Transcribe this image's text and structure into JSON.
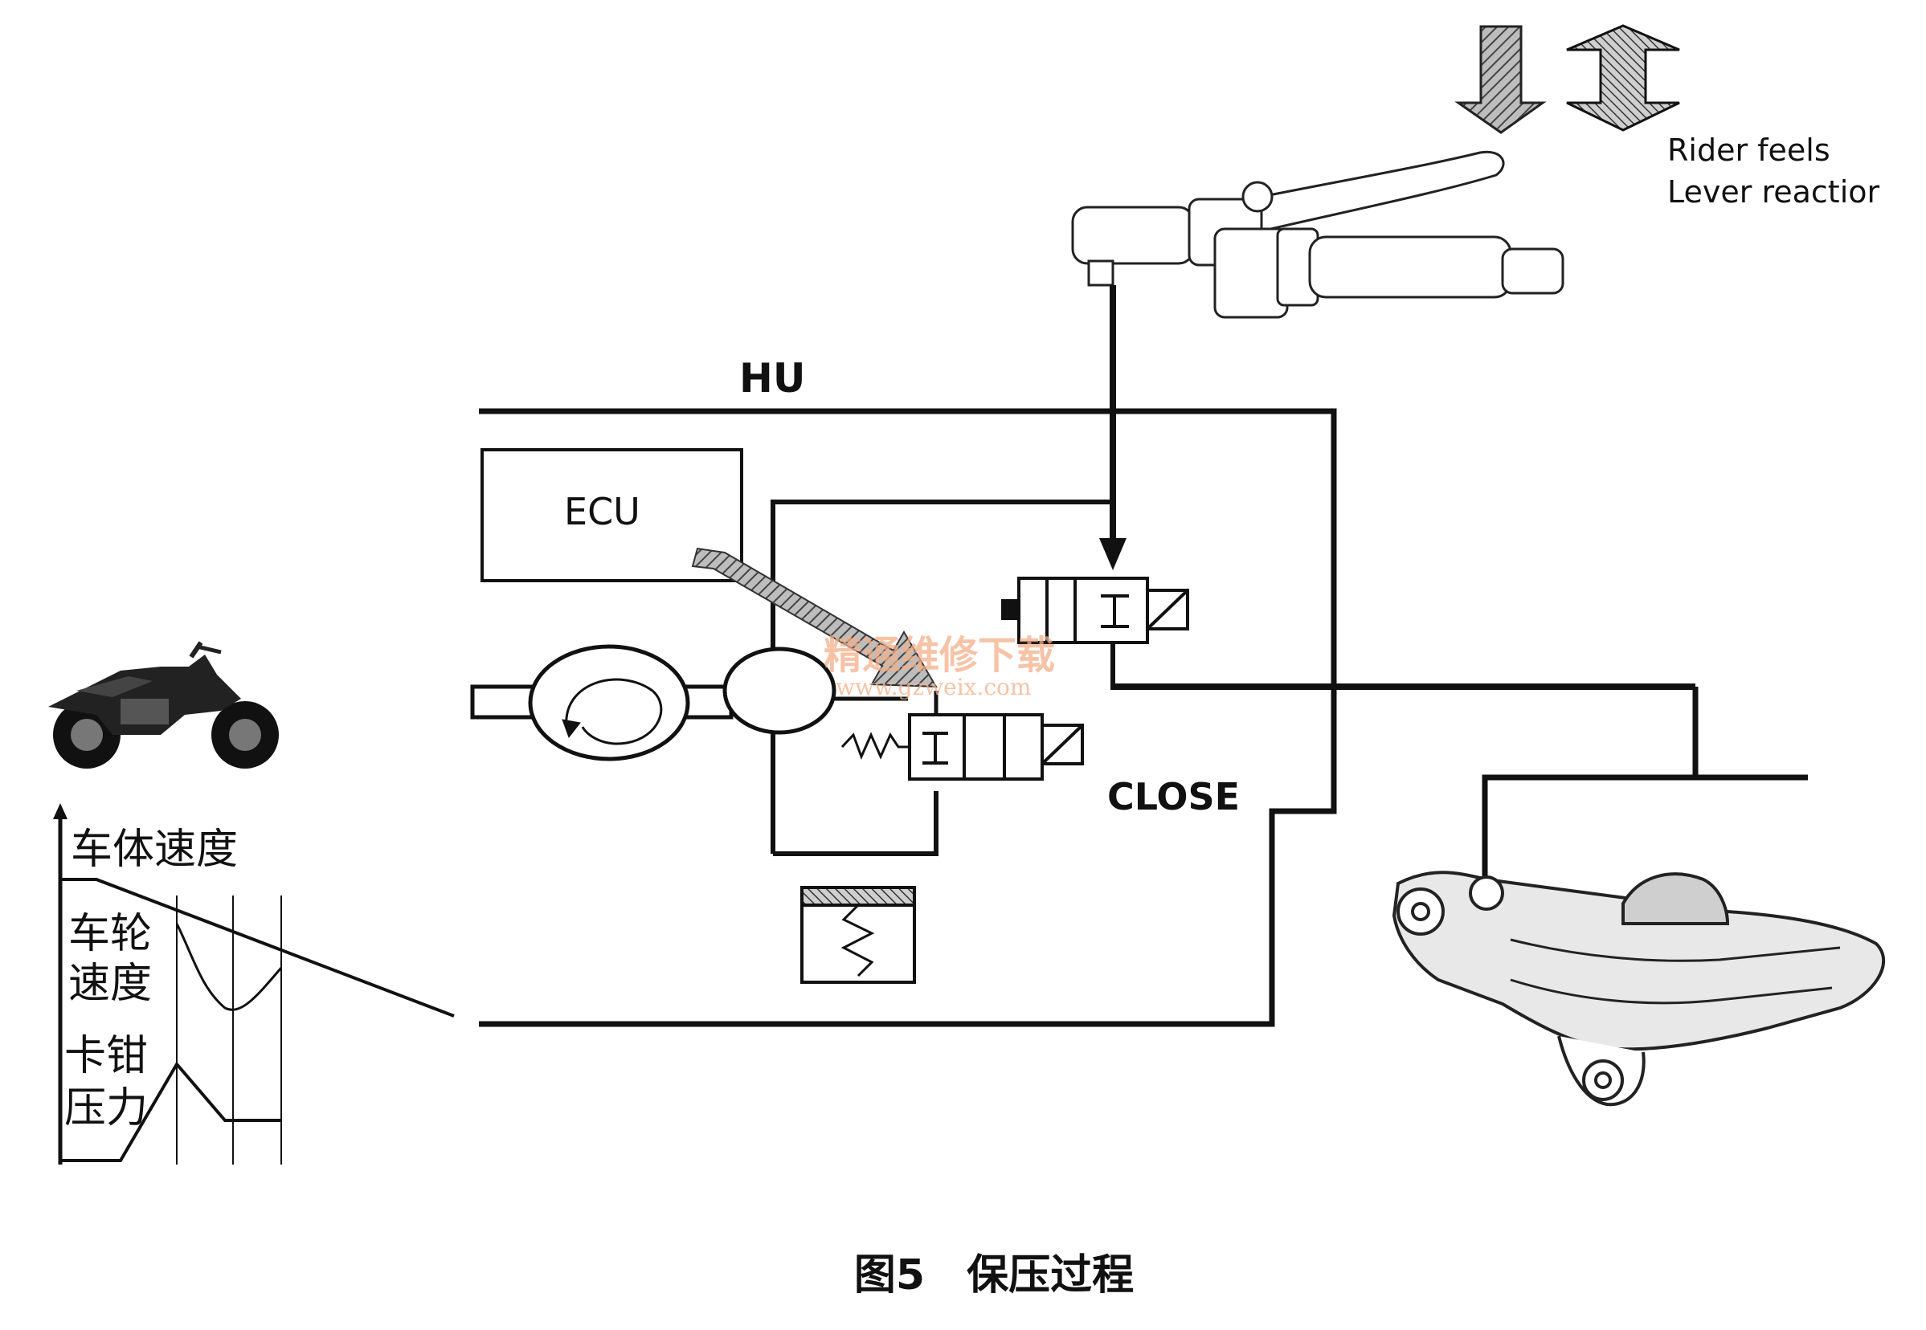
{
  "labels": {
    "hu": "HU",
    "ecu": "ECU",
    "close": "CLOSE",
    "rider_feels": "Rider feels",
    "lever_reaction": "Lever reactior",
    "body_speed": "车体速度",
    "wheel_speed_1": "车轮",
    "wheel_speed_2": "速度",
    "caliper_pressure_1": "卡钳",
    "caliper_pressure_2": "压力",
    "caption": "图5　保压过程"
  },
  "watermark": {
    "cn": "精通维修下载",
    "url": "www.gzweix.com"
  },
  "icons": [
    "motorcycle-icon",
    "brake-lever-icon",
    "brake-caliper-icon",
    "pump-motor-icon",
    "accumulator-icon",
    "solenoid-valve-icon"
  ],
  "colors": {
    "line": "#111111",
    "arrow_down": "#8a8a8a",
    "arrow_updown": "#1a1a1a",
    "watermark": "#f3b08a"
  }
}
